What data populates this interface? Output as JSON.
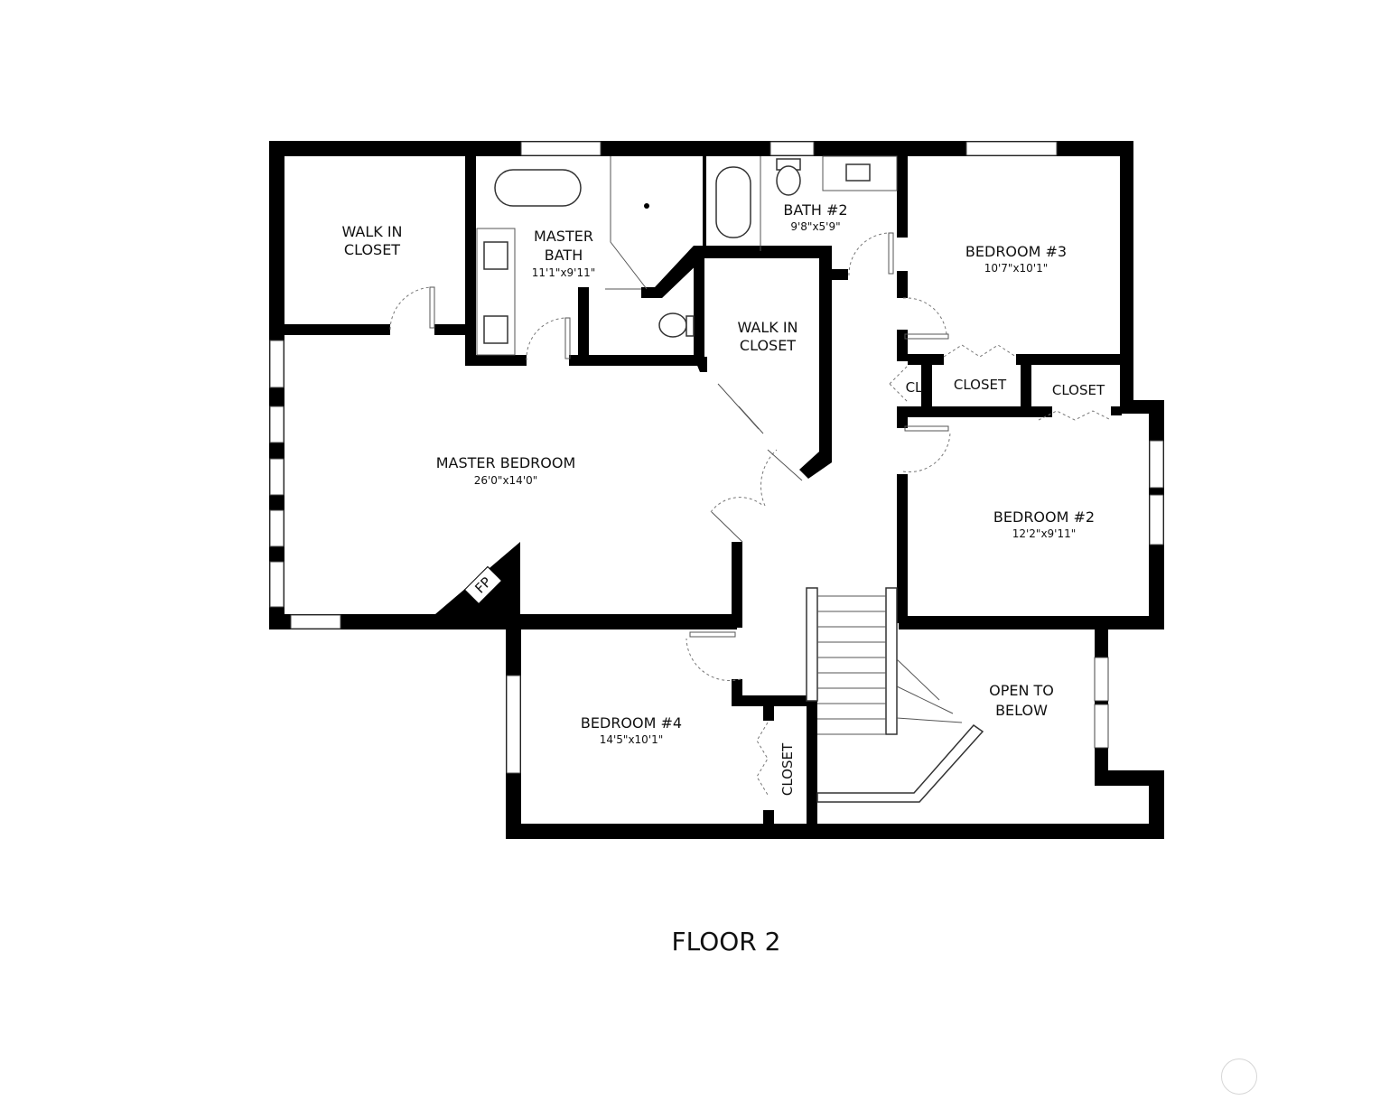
{
  "rooms": {
    "walk_in_closet_1": {
      "line1": "WALK IN",
      "line2": "CLOSET"
    },
    "master_bath": {
      "line1": "MASTER",
      "line2": "BATH",
      "dims": "11'1\"x9'11\""
    },
    "bath_2": {
      "name": "BATH #2",
      "dims": "9'8\"x5'9\""
    },
    "bedroom_3": {
      "name": "BEDROOM #3",
      "dims": "10'7\"x10'1\""
    },
    "walk_in_closet_2": {
      "line1": "WALK IN",
      "line2": "CLOSET"
    },
    "cl": {
      "name": "CL"
    },
    "closet_a": {
      "name": "CLOSET"
    },
    "closet_b": {
      "name": "CLOSET"
    },
    "master_bedroom": {
      "name": "MASTER BEDROOM",
      "dims": "26'0\"x14'0\""
    },
    "bedroom_2": {
      "name": "BEDROOM #2",
      "dims": "12'2\"x9'11\""
    },
    "fireplace": {
      "name": "FP"
    },
    "open_to_below": {
      "line1": "OPEN TO",
      "line2": "BELOW"
    },
    "bedroom_4": {
      "name": "BEDROOM #4",
      "dims": "14'5\"x10'1\""
    },
    "closet_c": {
      "name": "CLOSET"
    }
  },
  "floor_title": "FLOOR 2"
}
